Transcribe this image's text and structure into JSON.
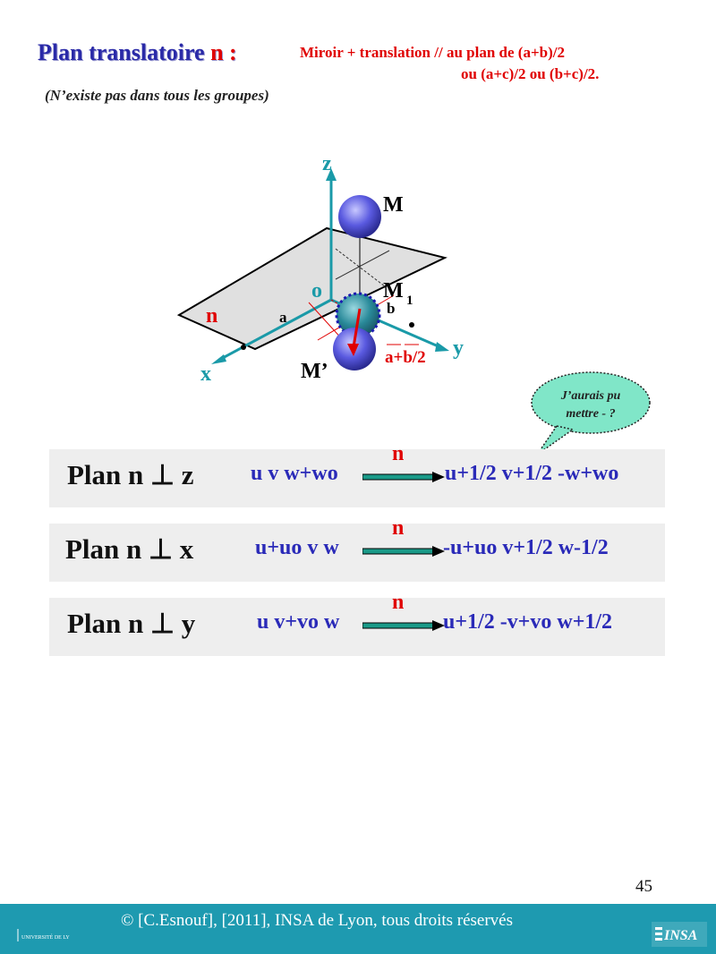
{
  "header": {
    "title_main": "Plan translatoire",
    "title_n": "n :",
    "note_line1": "Miroir + translation // au plan de (a+b)/2",
    "note_line2": "ou (a+c)/2 ou (b+c)/2.",
    "subtitle": "(N’existe pas dans tous les groupes)"
  },
  "diagram": {
    "axis_z": "z",
    "axis_x": "x",
    "axis_y": "y",
    "origin": "o",
    "label_M": "M",
    "label_M1": "M",
    "label_M1_sub": "1",
    "label_Mprime": "M’",
    "label_n": "n",
    "label_a": "a",
    "label_b": "b",
    "label_translation": "a+b/2"
  },
  "bubble": {
    "line1": "J’aurais pu",
    "line2": "mettre - ?"
  },
  "rows": [
    {
      "label": "Plan n ⊥ z",
      "n": "n",
      "lhs": "u v w+wo",
      "rhs": "u+1/2 v+1/2 -w+wo"
    },
    {
      "label": "Plan n ⊥ x",
      "n": "n",
      "lhs": "u+uo v w",
      "rhs": "-u+uo v+1/2 w-1/2"
    },
    {
      "label": "Plan n ⊥ y",
      "n": "n",
      "lhs": "u v+vo w",
      "rhs": "u+1/2 -v+vo w+1/2"
    }
  ],
  "page_number": "45",
  "footer": {
    "copyright": "© [C.Esnouf], [2011], INSA de Lyon, tous droits réservés",
    "logo_left": "UNIVERSITÉ DE LYON",
    "logo_right": "INSA"
  },
  "colors": {
    "title_blue": "#2a2aa8",
    "red": "#e00000",
    "axis_teal": "#1a9aa8",
    "sphere_blue": "#5a5ae0",
    "footer_teal": "#1e9ab0",
    "row_gray": "#eeeeee",
    "bubble_green": "#80e6c8"
  }
}
